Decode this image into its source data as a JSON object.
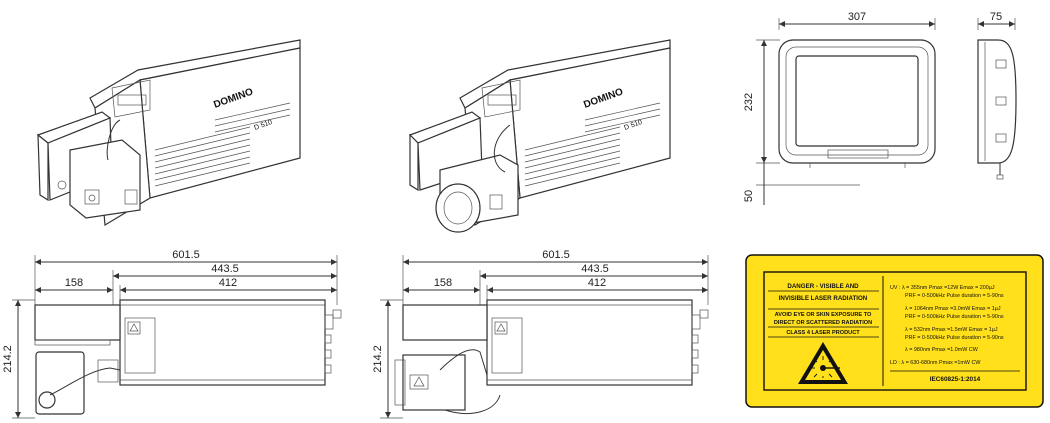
{
  "brand": "DOMINO",
  "model_tag": "D 510",
  "monitor": {
    "width": "307",
    "depth": "75",
    "height": "232",
    "base": "50"
  },
  "drawing_a": {
    "overall": "601.5",
    "cabinet_plus_head": "443.5",
    "head": "158",
    "cabinet": "412",
    "height": "214.2"
  },
  "drawing_b": {
    "overall": "601.5",
    "cabinet_plus_head": "443.5",
    "head": "158",
    "cabinet": "412",
    "height": "214.2"
  },
  "warning_label": {
    "background_color": "#ffe01a",
    "title_line1": "DANGER - VISIBLE AND",
    "title_line2": "INVISIBLE LASER RADIATION",
    "avoid_line1": "AVOID EYE OR SKIN EXPOSURE TO",
    "avoid_line2": "DIRECT OR SCATTERED RADIATION",
    "class_line": "CLASS 4 LASER PRODUCT",
    "spec_uv_1": "UV : λ = 355nm  Pmax =12W  Emax = 200µJ",
    "spec_uv_2": "PRF = 0-500kHz  Pulse duration = 5-90ns",
    "spec_ir_1": "λ = 1064nm  Pmax =3.0mW  Emax = 1µJ",
    "spec_ir_2": "PRF = 0-500kHz  Pulse duration = 5-90ns",
    "spec_gr_1": "λ = 532nm  Pmax =1.5mW  Emax = 1µJ",
    "spec_gr_2": "PRF = 0-500kHz  Pulse duration = 5-90ns",
    "spec_cw": "λ = 980nm  Pmax =1.0mW  CW",
    "spec_ld": "LD : λ = 630-680nm  Pmax =1mW  CW",
    "standard": "IEC60825-1:2014"
  }
}
